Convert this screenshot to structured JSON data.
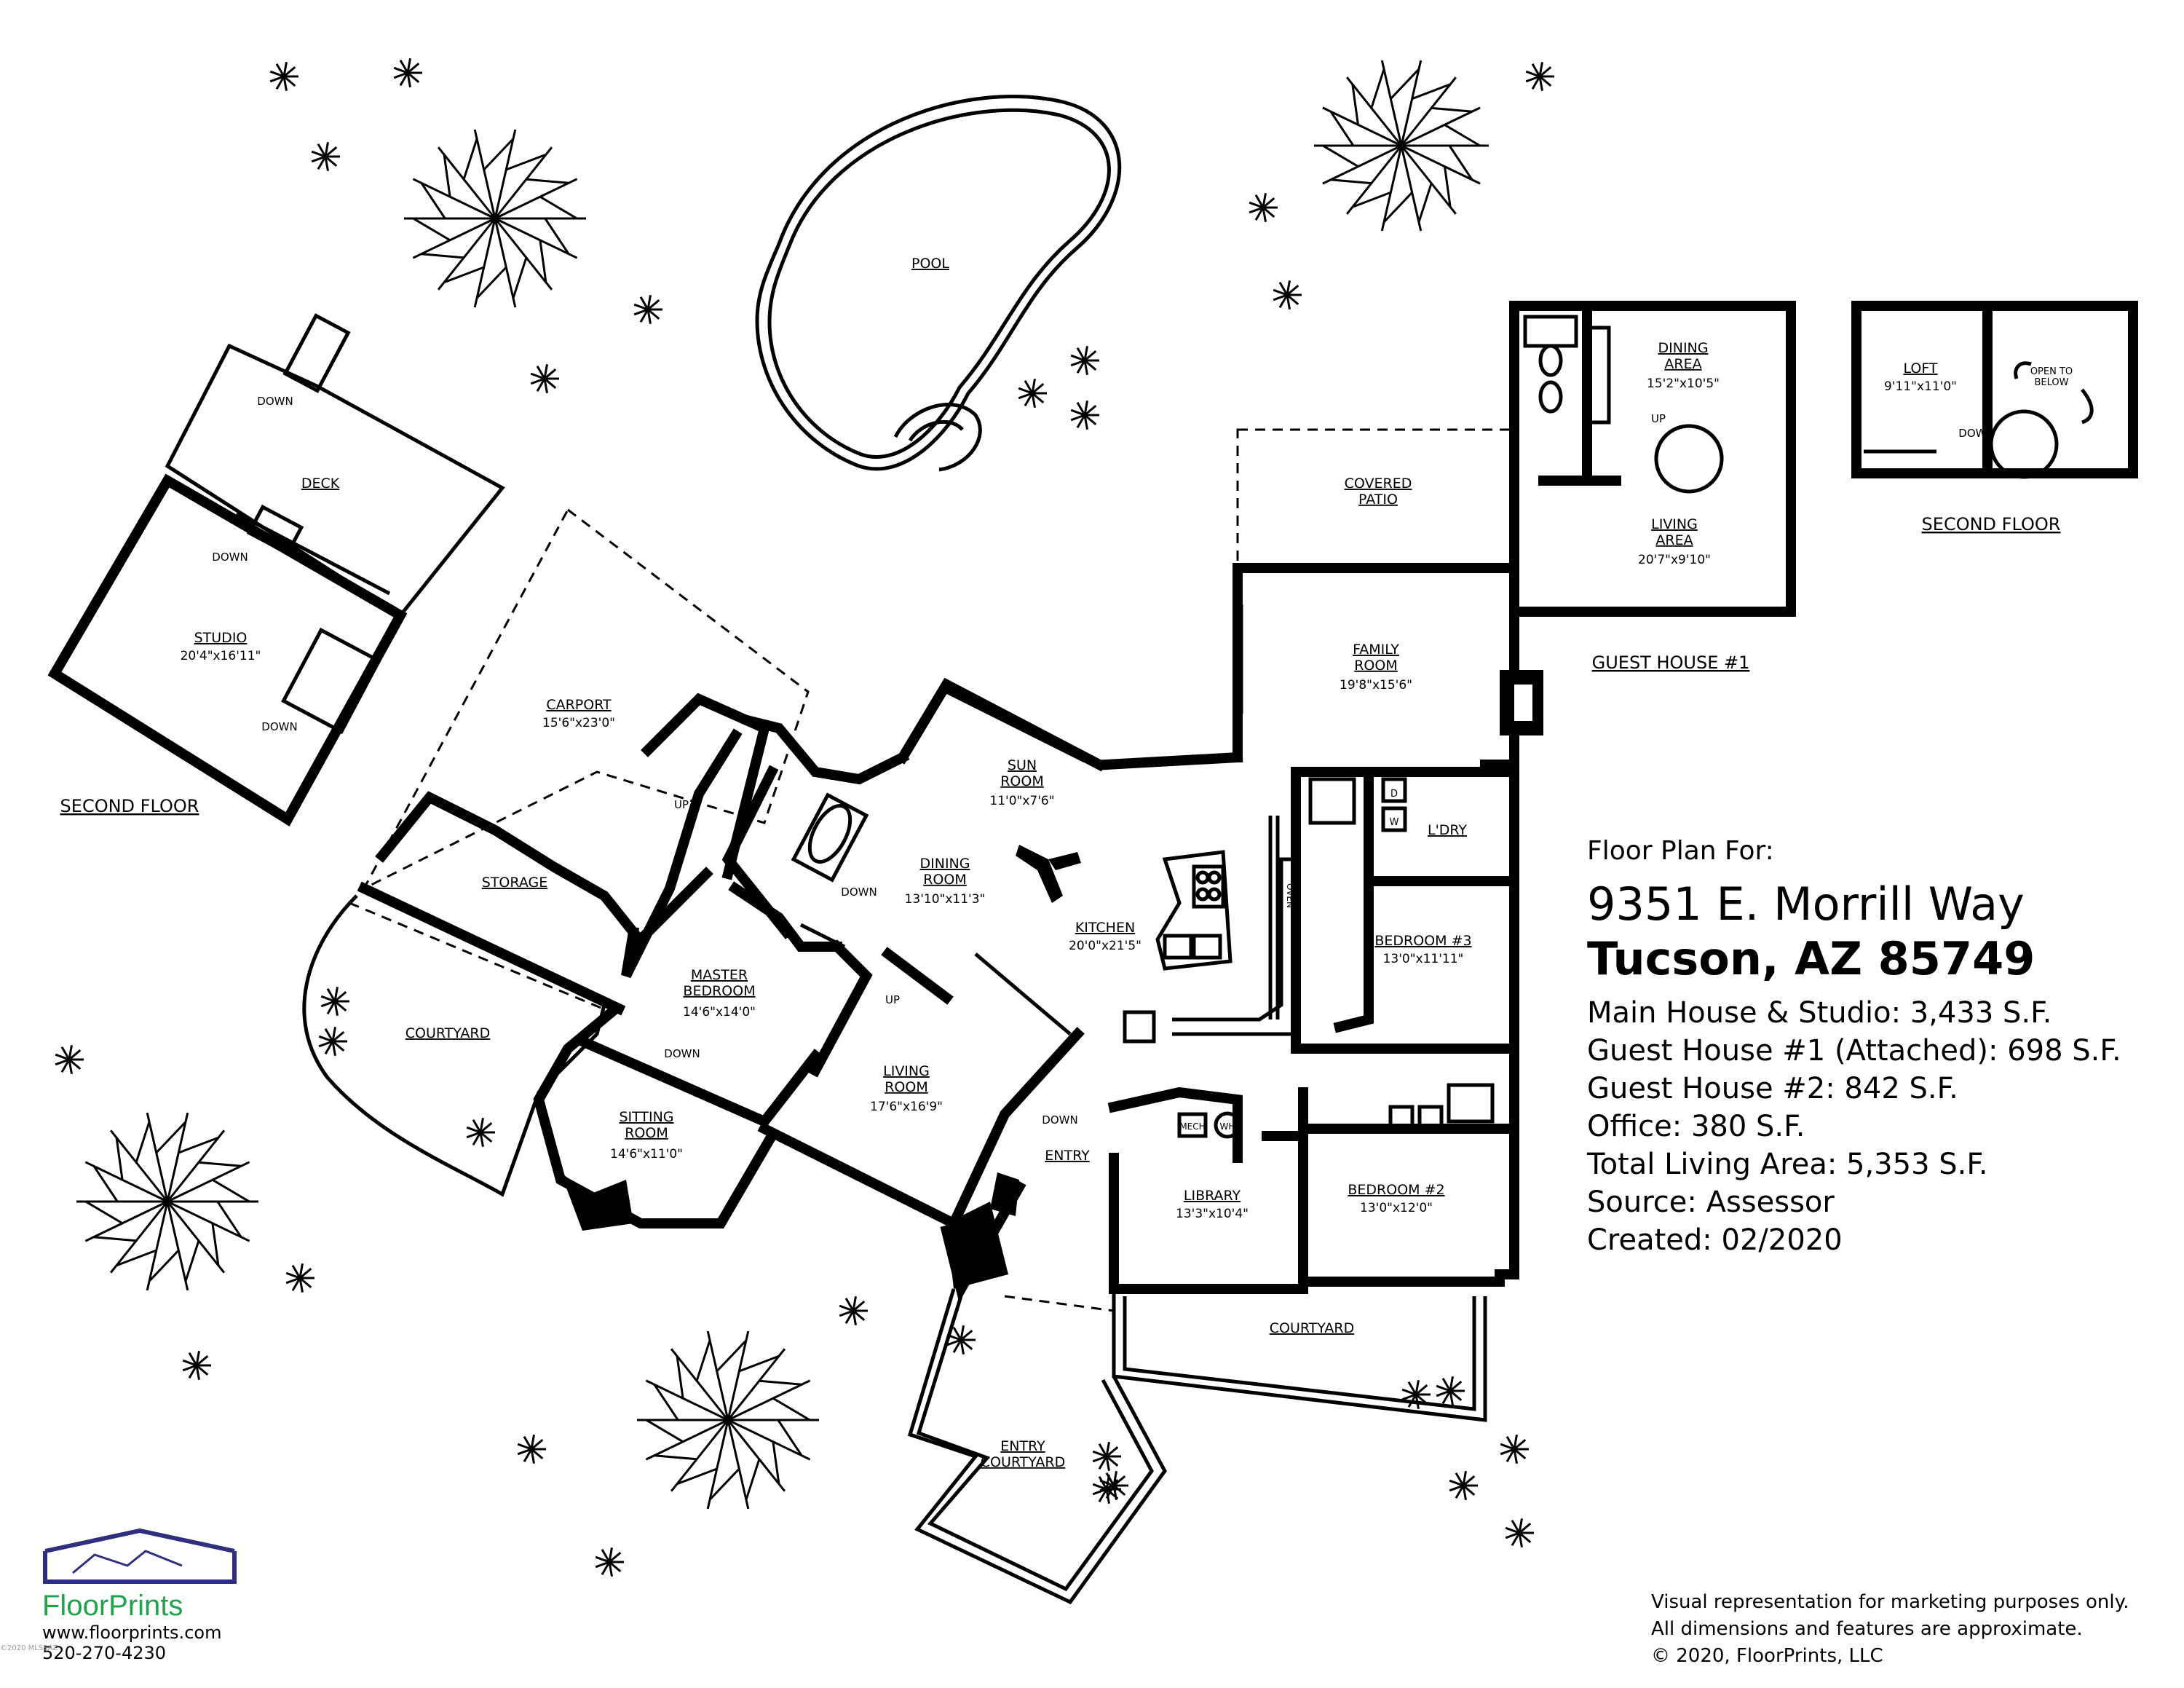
{
  "rooms": [
    {
      "id": "pool",
      "label": "POOL",
      "dim": ""
    },
    {
      "id": "deck",
      "label": "DECK",
      "dim": ""
    },
    {
      "id": "studio",
      "label": "STUDIO",
      "dim": "20'4\"x16'11\""
    },
    {
      "id": "second_floor_left",
      "label": "SECOND FLOOR",
      "dim": ""
    },
    {
      "id": "carport",
      "label": "CARPORT",
      "dim": "15'6\"x23'0\""
    },
    {
      "id": "storage",
      "label": "STORAGE",
      "dim": ""
    },
    {
      "id": "courtyard_left",
      "label": "COURTYARD",
      "dim": ""
    },
    {
      "id": "master",
      "label": "MASTER BEDROOM",
      "dim": "14'6\"x14'0\""
    },
    {
      "id": "sitting",
      "label": "SITTING ROOM",
      "dim": "14'6\"x11'0\""
    },
    {
      "id": "sun",
      "label": "SUN ROOM",
      "dim": "11'0\"x7'6\""
    },
    {
      "id": "dining",
      "label": "DINING ROOM",
      "dim": "13'10\"x11'3\""
    },
    {
      "id": "kitchen",
      "label": "KITCHEN",
      "dim": "20'0\"x21'5\""
    },
    {
      "id": "living",
      "label": "LIVING ROOM",
      "dim": "17'6\"x16'9\""
    },
    {
      "id": "entry",
      "label": "ENTRY",
      "dim": ""
    },
    {
      "id": "covered_patio",
      "label": "COVERED PATIO",
      "dim": ""
    },
    {
      "id": "family",
      "label": "FAMILY ROOM",
      "dim": "19'8\"x15'6\""
    },
    {
      "id": "laundry",
      "label": "L'DRY",
      "dim": ""
    },
    {
      "id": "bed3",
      "label": "BEDROOM #3",
      "dim": "13'0\"x11'11\""
    },
    {
      "id": "library",
      "label": "LIBRARY",
      "dim": "13'3\"x10'4\""
    },
    {
      "id": "bed2",
      "label": "BEDROOM #2",
      "dim": "13'0\"x12'0\""
    },
    {
      "id": "courtyard_right",
      "label": "COURTYARD",
      "dim": ""
    },
    {
      "id": "entry_courtyard",
      "label": "ENTRY COURTYARD",
      "dim": ""
    },
    {
      "id": "gh_dining",
      "label": "DINING AREA",
      "dim": "15'2\"x10'5\""
    },
    {
      "id": "gh_living",
      "label": "LIVING AREA",
      "dim": "20'7\"x9'10\""
    },
    {
      "id": "guest_house",
      "label": "GUEST HOUSE #1",
      "dim": ""
    },
    {
      "id": "loft",
      "label": "LOFT",
      "dim": "9'11\"x11'0\""
    },
    {
      "id": "second_floor_right",
      "label": "SECOND FLOOR",
      "dim": ""
    }
  ],
  "notes": {
    "down": "DOWN",
    "up": "UP",
    "open_to_below": "OPEN TO BELOW",
    "oven": "OVEN",
    "mech": "MECH",
    "wh": "WH",
    "dryer": "D",
    "washer": "W"
  },
  "info": {
    "heading": "Floor Plan For:",
    "address_line1": "9351 E. Morrill Way",
    "address_line2": "Tucson, AZ  85749",
    "lines": [
      "Main House & Studio:  3,433 S.F.",
      "Guest House #1 (Attached):  698 S.F.",
      "Guest House #2:  842 S.F.",
      "Office:  380 S.F.",
      "Total Living Area:  5,353 S.F.",
      "Source:  Assessor",
      "Created:  02/2020"
    ]
  },
  "logo": {
    "name": "FloorPrints",
    "website": "www.floorprints.com",
    "phone": "520-270-4230",
    "tiny_copyright": "©2020 MLSSAZ"
  },
  "disclaimer": {
    "line1": "Visual representation for marketing purposes only.",
    "line2": "All dimensions and features are approximate.",
    "line3": "© 2020, FloorPrints, LLC"
  },
  "colors": {
    "logo_green": "#1fa34a",
    "logo_navy": "#2e2f7f"
  }
}
